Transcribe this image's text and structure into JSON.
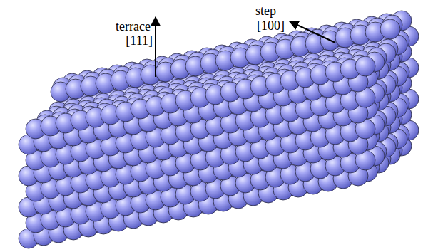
{
  "diagram": {
    "labels": [
      "terrace",
      "[111]",
      "step",
      "[100]"
    ]
  }
}
